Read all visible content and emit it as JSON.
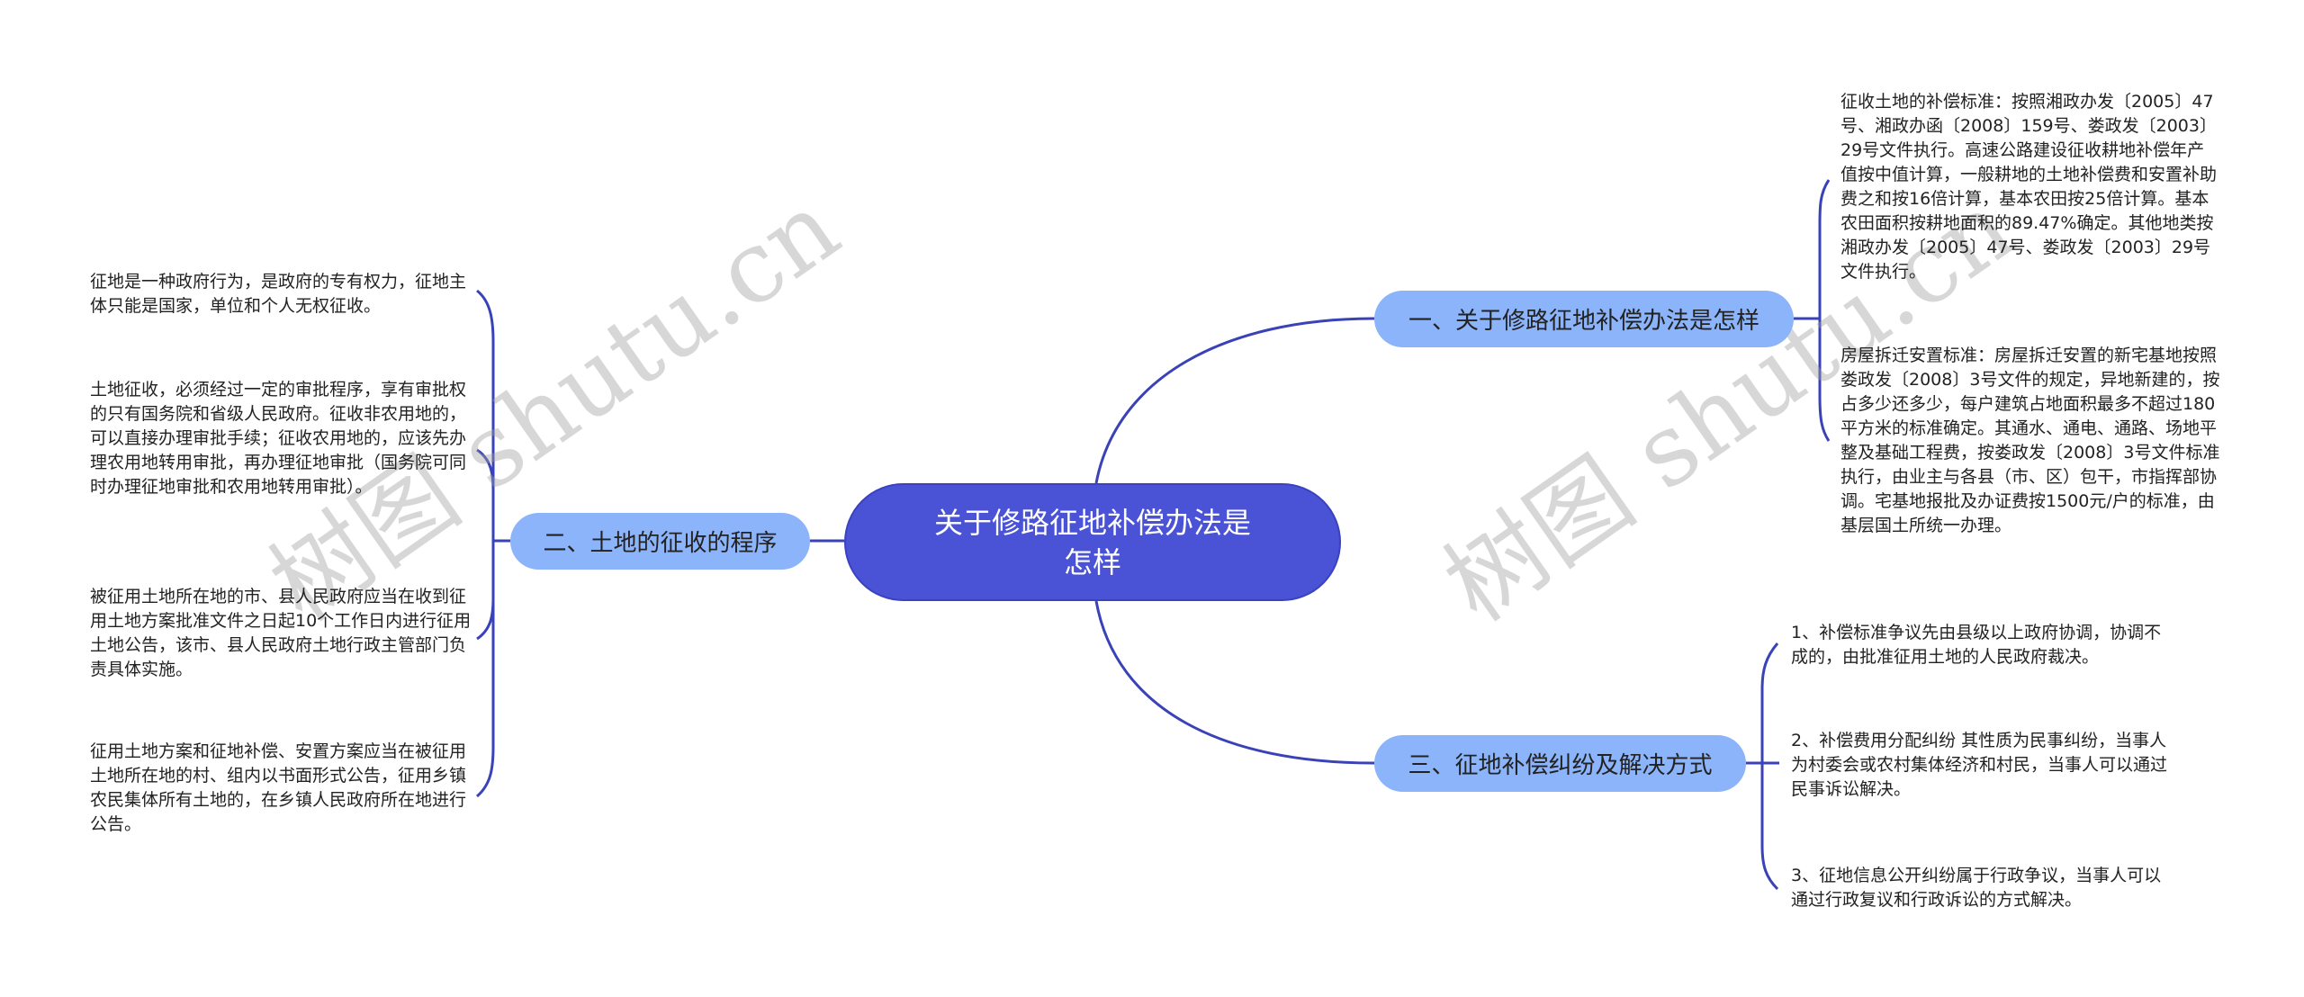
{
  "mindmap": {
    "root": {
      "label": "关于修路征地补偿办法是怎样"
    },
    "branches": [
      {
        "id": "b1",
        "label": "一、关于修路征地补偿办法是怎样",
        "side": "right",
        "children": [
          "征收土地的补偿标准：按照湘政办发〔2005〕47号、湘政办函〔2008〕159号、娄政发〔2003〕29号文件执行。高速公路建设征收耕地补偿年产值按中值计算，一般耕地的土地补偿费和安置补助费之和按16倍计算，基本农田按25倍计算。基本农田面积按耕地面积的89.47%确定。其他地类按湘政办发〔2005〕47号、娄政发〔2003〕29号文件执行。",
          "房屋拆迁安置标准：房屋拆迁安置的新宅基地按照娄政发〔2008〕3号文件的规定，异地新建的，按占多少还多少，每户建筑占地面积最多不超过180平方米的标准确定。其通水、通电、通路、场地平整及基础工程费，按娄政发〔2008〕3号文件标准执行，由业主与各县（市、区）包干，市指挥部协调。宅基地报批及办证费按1500元/户的标准，由基层国土所统一办理。"
        ]
      },
      {
        "id": "b2",
        "label": "二、土地的征收的程序",
        "side": "left",
        "children": [
          "征地是一种政府行为，是政府的专有权力，征地主体只能是国家，单位和个人无权征收。",
          "土地征收，必须经过一定的审批程序，享有审批权的只有国务院和省级人民政府。征收非农用地的，可以直接办理审批手续；征收农用地的，应该先办理农用地转用审批，再办理征地审批（国务院可同时办理征地审批和农用地转用审批）。",
          "被征用土地所在地的市、县人民政府应当在收到征用土地方案批准文件之日起10个工作日内进行征用土地公告，该市、县人民政府土地行政主管部门负责具体实施。",
          "征用土地方案和征地补偿、安置方案应当在被征用土地所在地的村、组内以书面形式公告，征用乡镇农民集体所有土地的，在乡镇人民政府所在地进行公告。"
        ]
      },
      {
        "id": "b3",
        "label": "三、征地补偿纠纷及解决方式",
        "side": "right",
        "children": [
          "1、补偿标准争议先由县级以上政府协调，协调不成的，由批准征用土地的人民政府裁决。",
          "2、补偿费用分配纠纷 其性质为民事纠纷，当事人为村委会或农村集体经济和村民，当事人可以通过民事诉讼解决。",
          "3、征地信息公开纠纷属于行政争议，当事人可以通过行政复议和行政诉讼的方式解决。"
        ]
      }
    ]
  },
  "watermarks": [
    "树图 shutu.cn",
    "树图 shutu.cn"
  ],
  "colors": {
    "root_fill": "#4a52d6",
    "branch_fill": "#8cb4fa",
    "connector": "#3a42b8",
    "text": "#222222"
  }
}
